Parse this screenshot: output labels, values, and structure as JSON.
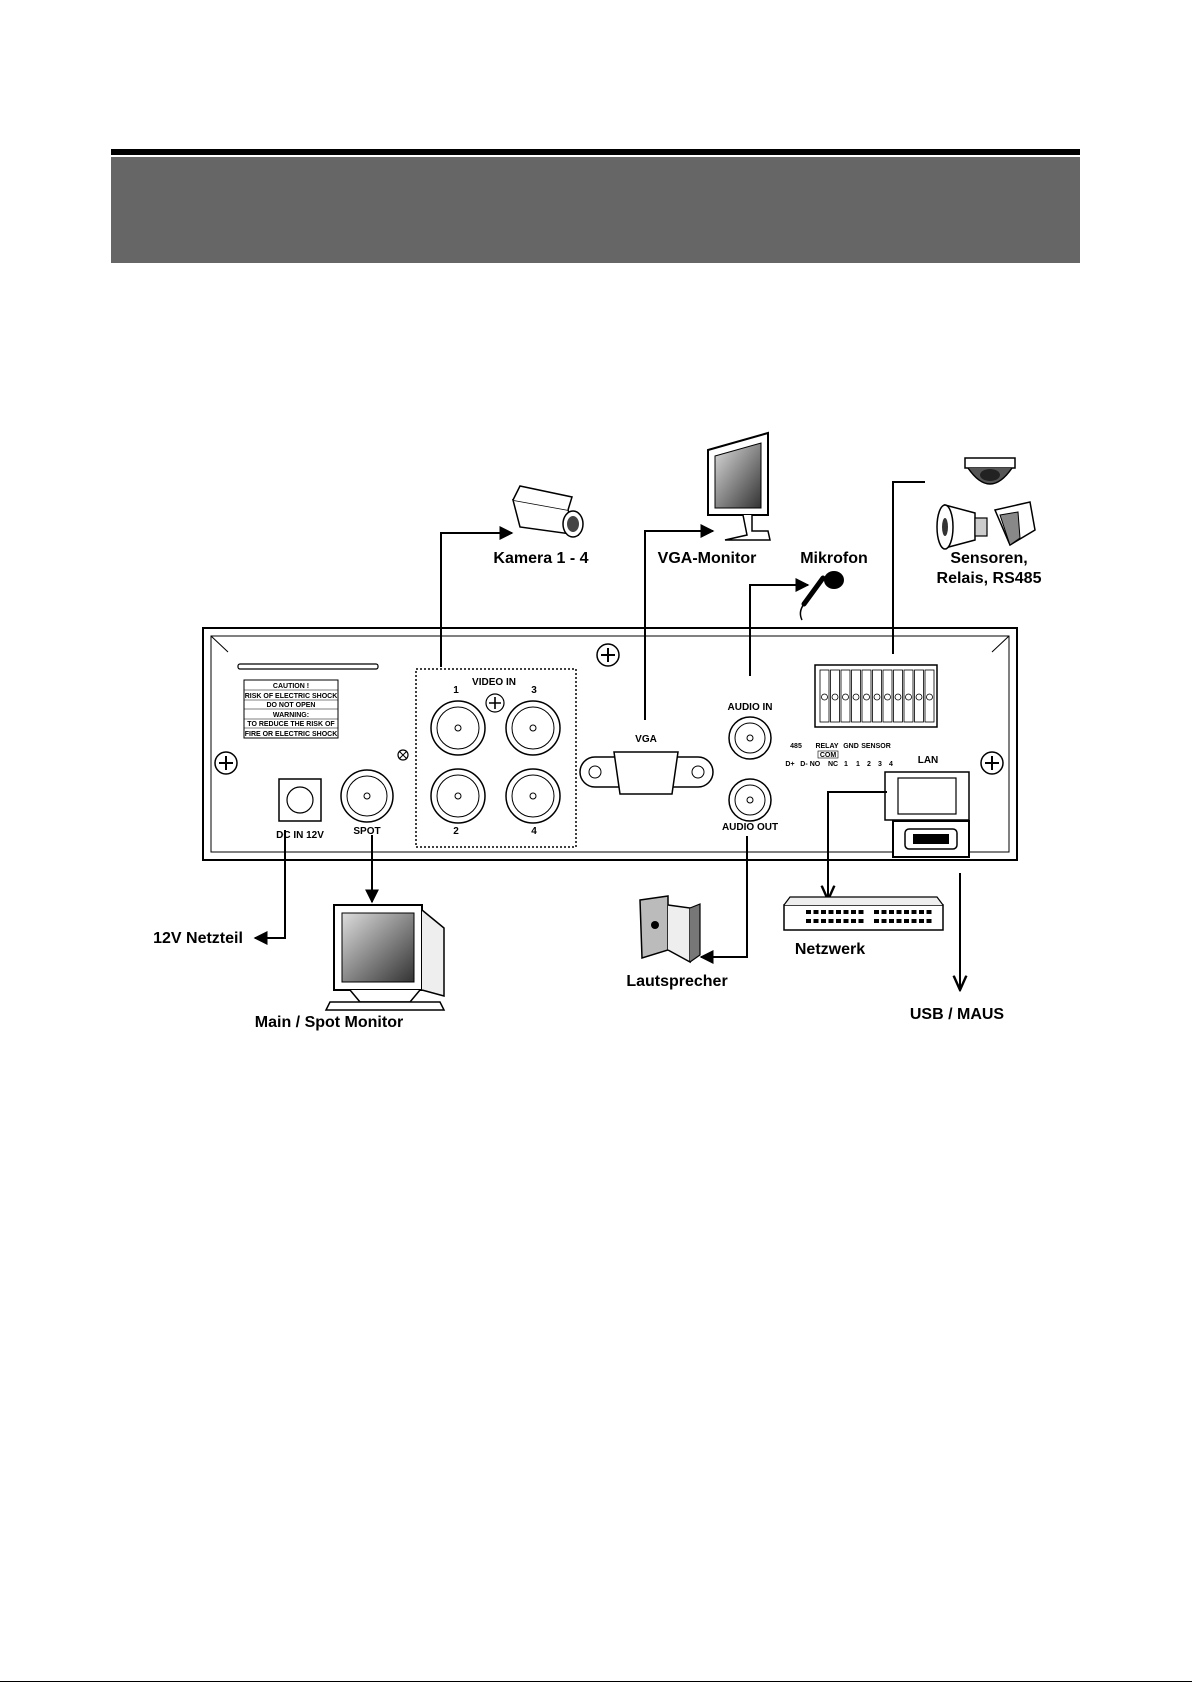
{
  "labels": {
    "camera": "Kamera 1 - 4",
    "vga_monitor": "VGA-Monitor",
    "microphone": "Mikrofon",
    "sensors_line1": "Sensoren,",
    "sensors_line2": "Relais, RS485",
    "power": "12V Netzteil",
    "spot_monitor": "Main / Spot Monitor",
    "speaker": "Lautsprecher",
    "network": "Netzwerk",
    "usb": "USB / MAUS"
  },
  "panel": {
    "caution": [
      "CAUTION !",
      "RISK OF ELECTRIC SHOCK",
      "DO NOT OPEN",
      "WARNING:",
      "TO REDUCE THE RISK OF",
      "FIRE OR ELECTRIC SHOCK"
    ],
    "dc_in": "DC IN 12V",
    "spot": "SPOT",
    "video_in": "VIDEO IN",
    "ch1": "1",
    "ch2": "2",
    "ch3": "3",
    "ch4": "4",
    "vga": "VGA",
    "audio_in": "AUDIO IN",
    "audio_out": "AUDIO OUT",
    "lan": "LAN",
    "t485": "485",
    "relay": "RELAY",
    "gnd": "GND",
    "sensor": "SENSOR",
    "com": "COM",
    "dplus": "D+",
    "dminus": "D-",
    "no": "NO",
    "nc": "NC",
    "s1": "1",
    "s2": "2",
    "s3": "3",
    "s4": "4",
    "gnd1": "1"
  },
  "colors": {
    "banner": "#666666",
    "rule": "#000000",
    "ink": "#000000"
  }
}
